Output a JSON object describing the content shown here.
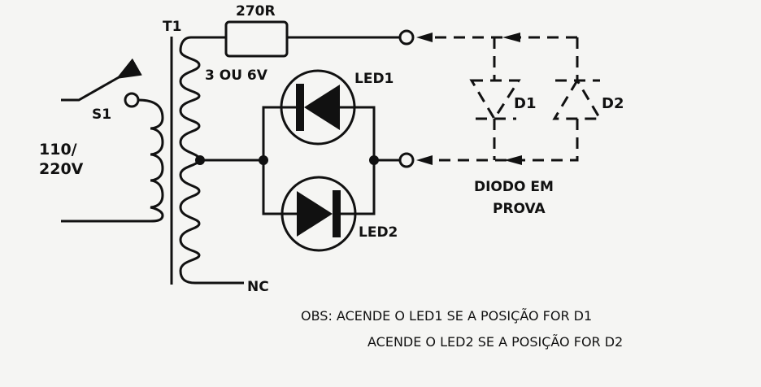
{
  "labels": {
    "transformer": "T1",
    "resistor": "270R",
    "secondary_voltage": "3 OU 6V",
    "switch": "S1",
    "mains_line1": "110/",
    "mains_line2": "220V",
    "led1": "LED1",
    "led2": "LED2",
    "nc": "NC",
    "d1": "D1",
    "d2": "D2",
    "dut_line1": "DIODO EM",
    "dut_line2": "PROVA",
    "note_line1": "OBS: ACENDE O LED1 SE A POSIÇÃO FOR D1",
    "note_line2": "ACENDE O LED2 SE A POSIÇÃO FOR D2"
  },
  "colors": {
    "ink": "#111111",
    "paper": "#f5f5f3"
  }
}
